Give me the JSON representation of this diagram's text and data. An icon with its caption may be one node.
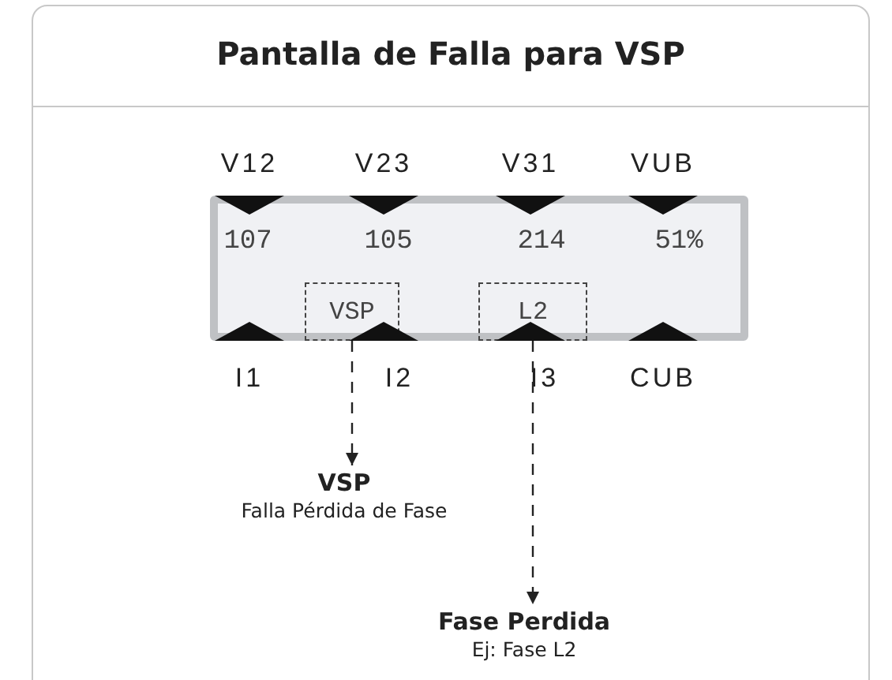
{
  "diagram": {
    "title": "Pantalla de Falla para VSP",
    "nodes": [
      {
        "text": [],
        "shape": "box"
      },
      {
        "text": [
          "VSP"
        ],
        "in": 0
      },
      {
        "text": [
          "L2"
        ],
        "in": 0
      },
      {
        "text": [
          "VSP",
          "Falla Pérdida de Fase"
        ]
      },
      {
        "text": [
          "Fase Perdida",
          "Ej: Fase L2"
        ]
      }
    ],
    "edges": [
      {
        "from": 1,
        "to": 3,
        "arrow": "to",
        "style": "dashed"
      },
      {
        "from": 2,
        "to": 4,
        "arrow": "to",
        "style": "dashed"
      }
    ],
    "labels": [
      "V12",
      "V23",
      "V31",
      "VUB",
      "107",
      "105",
      "214",
      "51%",
      "I1",
      "I2",
      "I3",
      "CUB"
    ]
  }
}
